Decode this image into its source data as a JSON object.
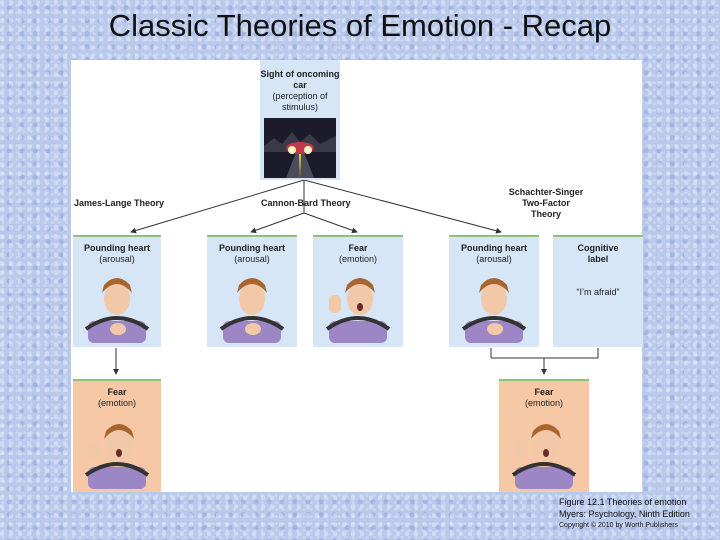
{
  "slide": {
    "title": "Classic Theories of Emotion - Recap"
  },
  "stimulus": {
    "title": "Sight of oncoming car",
    "subtitle": "(perception of stimulus)"
  },
  "theories": {
    "james_lange": "James-Lange Theory",
    "cannon_bard": "Cannon-Bard Theory",
    "schachter_singer": "Schachter-Singer Two-Factor Theory"
  },
  "boxes": {
    "jl_arousal": {
      "title": "Pounding heart",
      "sub": "(arousal)"
    },
    "cb_arousal": {
      "title": "Pounding heart",
      "sub": "(arousal)"
    },
    "cb_fear": {
      "title": "Fear",
      "sub": "(emotion)"
    },
    "ss_arousal": {
      "title": "Pounding heart",
      "sub": "(arousal)"
    },
    "ss_label": {
      "title": "Cognitive label",
      "quote": "“I’m afraid”"
    },
    "jl_fear": {
      "title": "Fear",
      "sub": "(emotion)"
    },
    "ss_fear": {
      "title": "Fear",
      "sub": "(emotion)"
    }
  },
  "caption": {
    "line1": "Figure 12.1  Theories of emotion",
    "line2": "Myers: Psychology, Ninth Edition",
    "line3": "Copyright © 2010 by Worth Publishers"
  },
  "colors": {
    "box_blue": "#d6e6f6",
    "box_peach": "#f6c8a6",
    "accent_green": "#8fc17b",
    "shirt": "#9d86c6"
  }
}
